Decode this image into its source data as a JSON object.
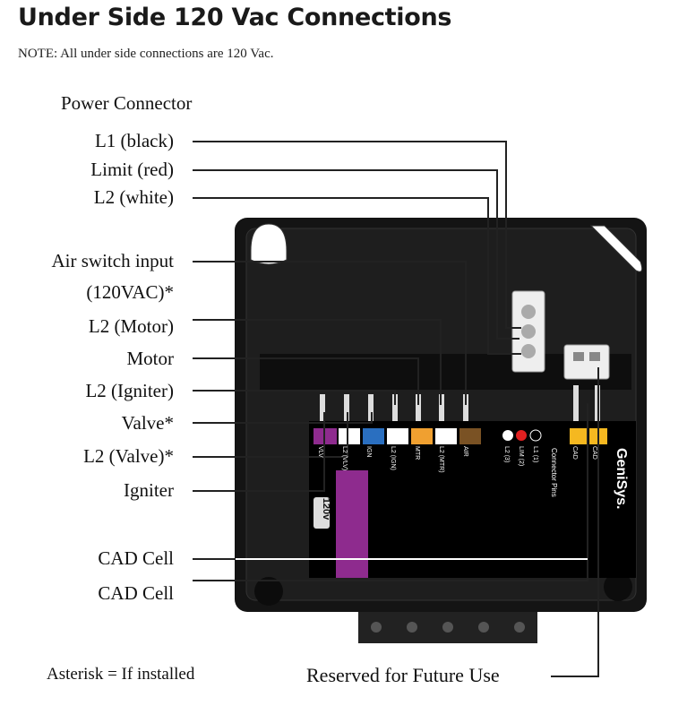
{
  "title": "Under Side 120 Vac Connections",
  "note": "NOTE: All under side connections are 120 Vac.",
  "power_connector_heading": "Power Connector",
  "labels": {
    "l1": "L1 (black)",
    "limit": "Limit (red)",
    "l2_white": "L2 (white)",
    "air_switch": "Air switch input",
    "air_switch_sub": "(120VAC)*",
    "l2_motor": "L2 (Motor)",
    "motor": "Motor",
    "l2_igniter": "L2 (Igniter)",
    "valve": "Valve*",
    "l2_valve": "L2 (Valve)*",
    "igniter": "Igniter",
    "cad1": "CAD Cell",
    "cad2": "CAD Cell",
    "reserved": "Reserved for Future Use",
    "asterisk": "Asterisk =  If installed"
  },
  "device": {
    "brand": "GeniSys.",
    "voltage_badge": "120v",
    "terminals": [
      "VLV",
      "L2 (VLV)",
      "IGN",
      "L2 (IGN)",
      "MTR",
      "L2 (MTR)",
      "AIR"
    ],
    "connector_pins_title": "Connector Pins",
    "pins": [
      "L1 (1)",
      "LIM (2)",
      "L2 (3)"
    ],
    "cad": [
      "CAD",
      "CAD"
    ],
    "colors": {
      "vlv": "#8e2b8e",
      "mtr": "#f0a030",
      "air": "#7a5224",
      "cad": "#f5b820",
      "ign": "#2a6fc0"
    }
  }
}
